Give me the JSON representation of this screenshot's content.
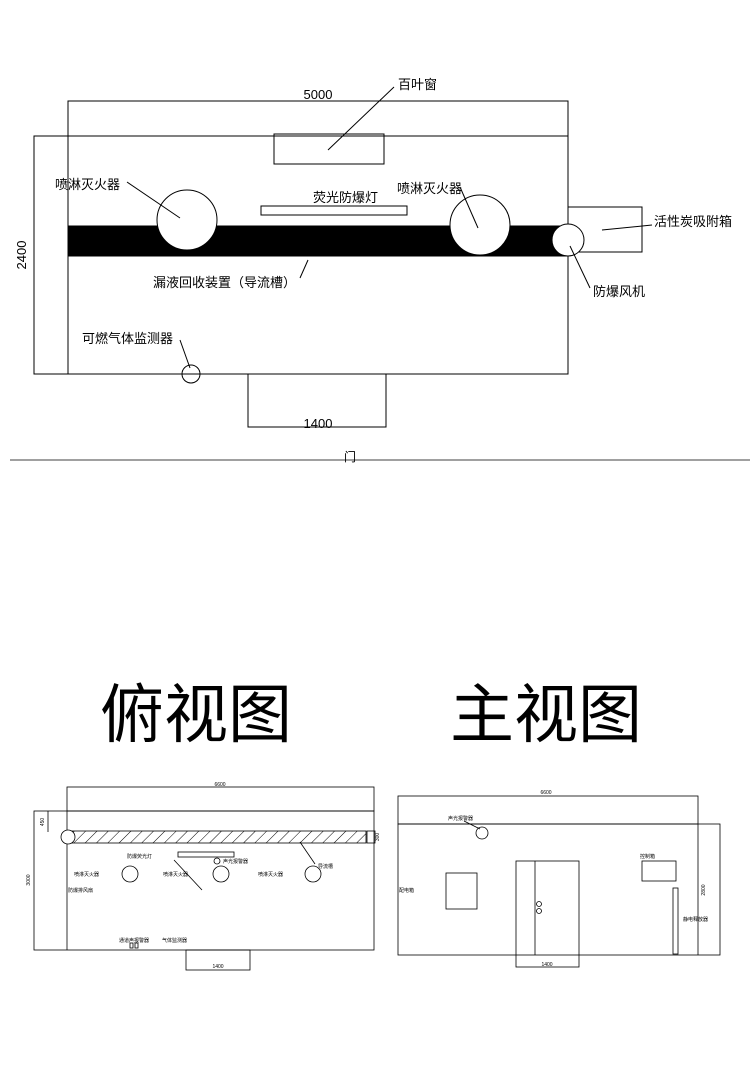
{
  "plan_top": {
    "dim_width": "5000",
    "dim_height": "2400",
    "dim_door": "1400",
    "labels": {
      "louver": "百叶窗",
      "sprinkler_left": "喷淋灭火器",
      "sprinkler_right": "喷淋灭火器",
      "fluorescent_lamp": "荧光防爆灯",
      "carbon_box": "活性炭吸附箱",
      "leak_recovery": "漏液回收装置（导流槽）",
      "explosion_fan": "防爆风机",
      "gas_detector": "可燃气体监测器",
      "door": "门"
    }
  },
  "headings": {
    "top_view": "俯视图",
    "front_view": "主视图"
  },
  "small_top_view": {
    "dim_width": "6600",
    "dim_height": "3000",
    "dim_left": "450",
    "dim_door": "1400",
    "dim_right": "300",
    "labels": {
      "lamp": "防爆荧光灯",
      "alarm": "声光报警器",
      "drain": "导流槽",
      "sprinkler1": "喷淋灭火器",
      "sprinkler2": "喷淋灭火器",
      "sprinkler3": "喷淋灭火器",
      "fan": "防爆排风扇",
      "bottom_alarm": "通道声报警器",
      "gas": "气体监测器"
    }
  },
  "small_front_view": {
    "dim_width": "6600",
    "dim_height": "2800",
    "dim_door": "1400",
    "labels": {
      "alarm": "声光报警器",
      "electrical_box": "配电箱",
      "control_box": "控制箱",
      "static_release": "静电释放器"
    }
  }
}
